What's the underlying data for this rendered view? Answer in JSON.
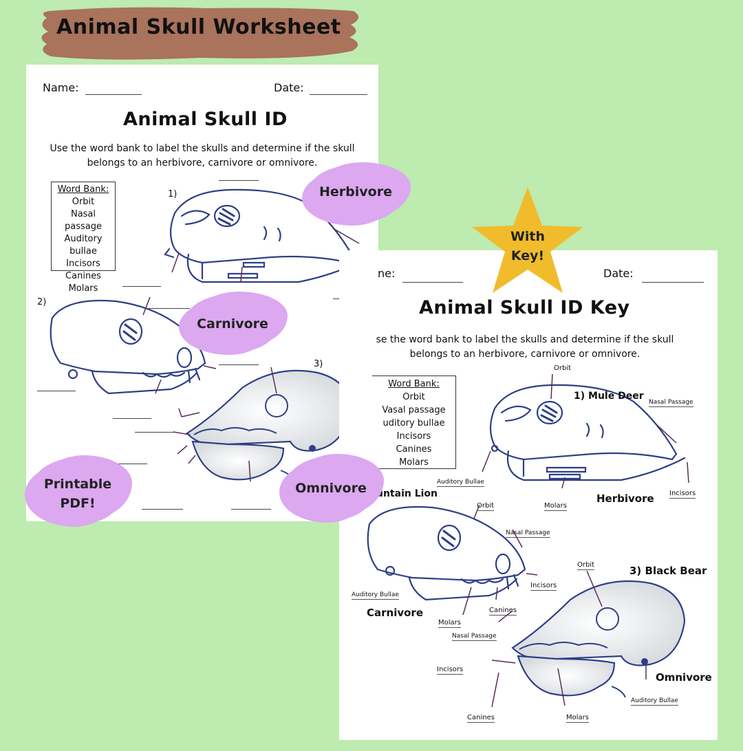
{
  "banner": {
    "title": "Animal Skull Worksheet"
  },
  "worksheet": {
    "name_label": "Name:",
    "date_label": "Date:",
    "title": "Animal Skull ID",
    "instructions_line1": "Use the word bank to label the skulls and determine if the skull",
    "instructions_line2": "belongs to an herbivore, carnivore or omnivore.",
    "word_bank": {
      "title": "Word Bank:",
      "items": [
        "Orbit",
        "Nasal passage",
        "Auditory bullae",
        "Incisors",
        "Canines",
        "Molars"
      ]
    },
    "numbers": [
      "1)",
      "2)",
      "3)"
    ]
  },
  "bubbles": {
    "herbivore": "Herbivore",
    "carnivore": "Carnivore",
    "omnivore": "Omnivore",
    "printable": "Printable",
    "pdf": "PDF!"
  },
  "star": {
    "line1": "With",
    "line2": "Key!"
  },
  "key": {
    "name_label": "ne:",
    "date_label": "Date:",
    "title": "Animal Skull ID Key",
    "instructions_line1": "se the word bank to label the skulls and determine if the skull",
    "instructions_line2": "belongs to an herbivore, carnivore or omnivore.",
    "word_bank": {
      "title": "Word Bank:",
      "items": [
        "Orbit",
        "Vasal passage",
        "uditory bullae",
        "Incisors",
        "Canines",
        "Molars"
      ]
    },
    "skull1": {
      "name": "1) Mule Deer",
      "orbit": "Orbit",
      "nasal": "Nasal Passage",
      "auditory": "Auditory Bullae",
      "molars": "Molars",
      "incisors": "Incisors",
      "class": "Herbivore"
    },
    "skull2": {
      "name": "untain Lion",
      "orbit": "Orbit",
      "nasal": "Nasal Passage",
      "auditory": "Auditory Bullae",
      "incisors": "Incisors",
      "canines": "Canines",
      "molars": "Molars",
      "class": "Carnivore"
    },
    "skull3": {
      "name": "3) Black Bear",
      "orbit": "Orbit",
      "nasal": "Nasal Passage",
      "incisors": "Incisors",
      "auditory": "Auditory Bullae",
      "canines": "Canines",
      "molars": "Molars",
      "class": "Omnivore"
    }
  },
  "colors": {
    "background": "#bdebb0",
    "banner": "#a9735c",
    "bubble": "#dca8f0",
    "star": "#f0bc2c",
    "skull_line": "#2e3f86",
    "arrow": "#5a2a5a"
  }
}
